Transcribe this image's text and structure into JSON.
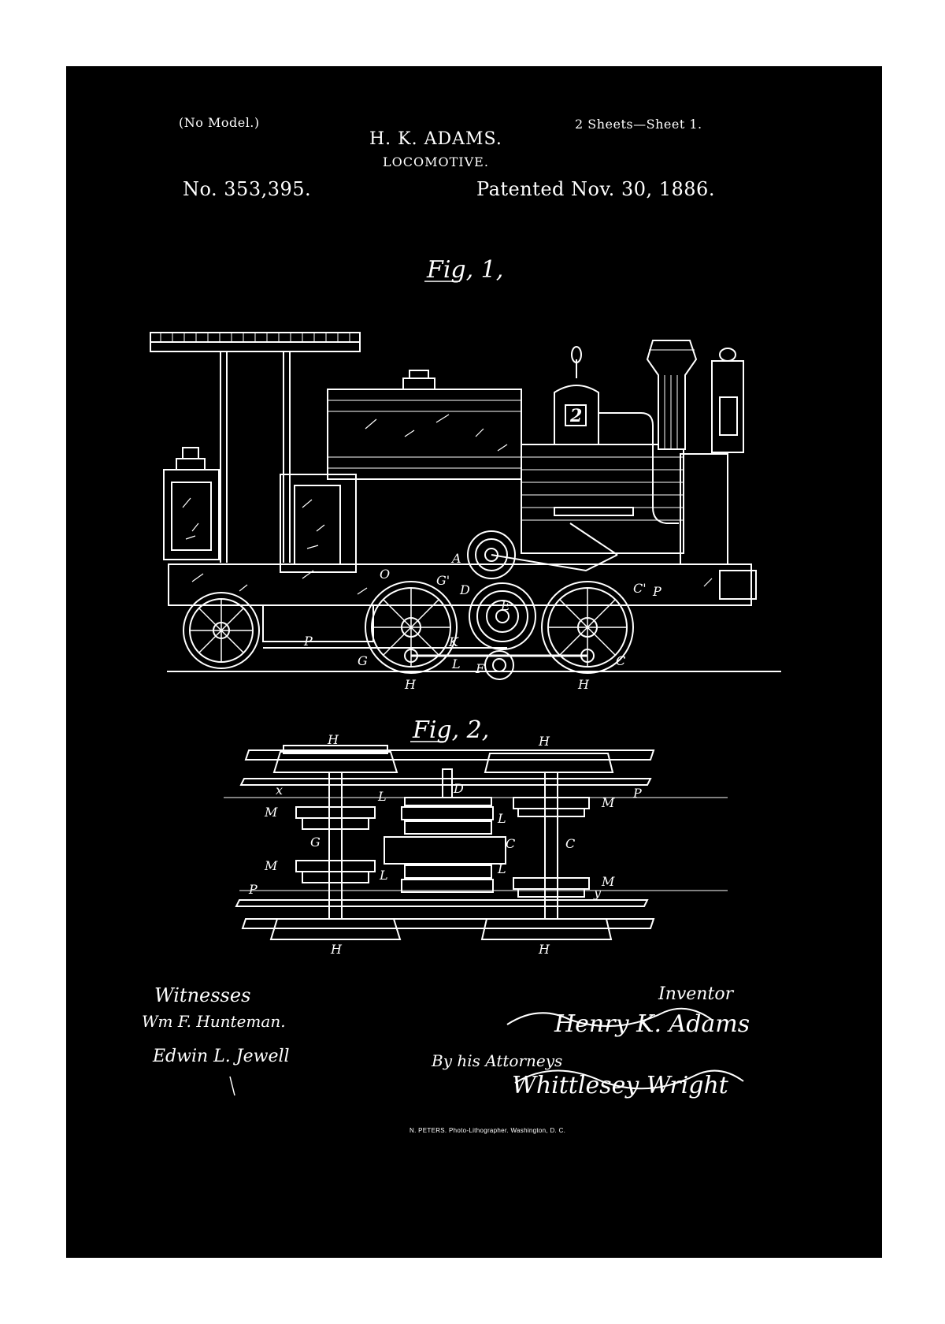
{
  "header": {
    "no_model": "(No Model.)",
    "sheets": "2 Sheets—Sheet 1.",
    "inventor_name": "H. K. ADAMS.",
    "invention_title": "LOCOMOTIVE.",
    "patent_number": "No. 353,395.",
    "patent_date": "Patented Nov. 30, 1886."
  },
  "figures": {
    "fig1_label": "Fig, 1,",
    "fig2_label": "Fig, 2,",
    "engine_number": "2"
  },
  "fig1_labels": {
    "A": "A",
    "E": "E",
    "D": "D",
    "G": "G",
    "O": "O",
    "P": "P",
    "K": "K",
    "L": "L",
    "F": "F",
    "C": "C",
    "H": "H",
    "Cprime": "C'",
    "Gprime": "G'"
  },
  "fig2_labels": {
    "H": "H",
    "D": "D",
    "P": "P",
    "M": "M",
    "L": "L",
    "C": "C",
    "G": "G",
    "x": "x",
    "y": "y"
  },
  "footer": {
    "witnesses_label": "Witnesses",
    "witness_1": "Wm F. Hunteman.",
    "witness_2": "Edwin L. Jewell",
    "inventor_label": "Inventor",
    "inventor_signature": "Henry K. Adams",
    "attorneys_label": "By his Attorneys",
    "attorney_signature": "Whittlesey Wright",
    "printer": "N. PETERS. Photo-Lithographer. Washington, D. C."
  },
  "colors": {
    "background": "#000000",
    "ink": "#ffffff",
    "border": "#ffffff"
  }
}
